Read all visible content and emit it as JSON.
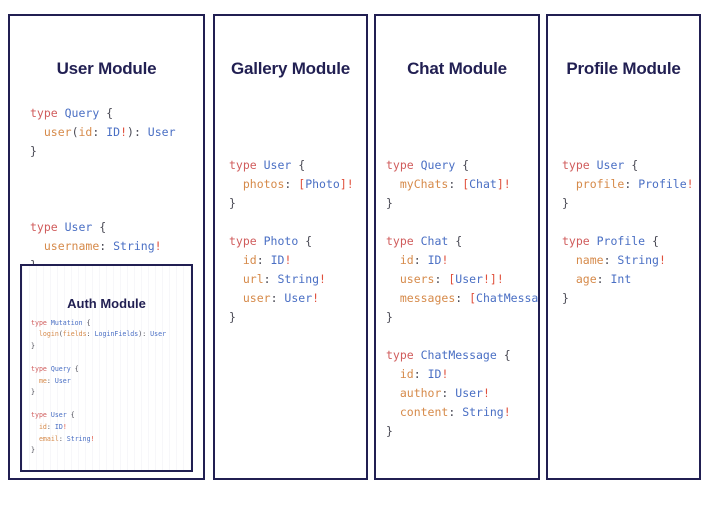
{
  "theme": {
    "border_color": "#211f52",
    "title_color": "#211f52",
    "background": "#ffffff",
    "token_keyword": "#d05c5c",
    "token_typename": "#4a6fc4",
    "token_field": "#d68a4a",
    "token_punctuation": "#4a4a55",
    "token_required_bang": "#e0503c"
  },
  "panels": [
    {
      "id": "user-module",
      "title": "User Module",
      "code_lines": [
        {
          "tokens": [
            {
              "t": "type ",
              "c": "kw"
            },
            {
              "t": "Query",
              "c": "tn"
            },
            {
              "t": " {",
              "c": "pun"
            }
          ]
        },
        {
          "tokens": [
            {
              "t": "  ",
              "c": "pun"
            },
            {
              "t": "user",
              "c": "fld"
            },
            {
              "t": "(",
              "c": "pun"
            },
            {
              "t": "id",
              "c": "fld"
            },
            {
              "t": ": ",
              "c": "pun"
            },
            {
              "t": "ID",
              "c": "tn"
            },
            {
              "t": "!",
              "c": "bang"
            },
            {
              "t": "): ",
              "c": "pun"
            },
            {
              "t": "User",
              "c": "tn"
            }
          ]
        },
        {
          "tokens": [
            {
              "t": "}",
              "c": "pun"
            }
          ]
        },
        {
          "tokens": [
            {
              "t": " ",
              "c": "pun"
            }
          ]
        },
        {
          "tokens": [
            {
              "t": " ",
              "c": "pun"
            }
          ]
        },
        {
          "tokens": [
            {
              "t": " ",
              "c": "pun"
            }
          ]
        },
        {
          "tokens": [
            {
              "t": "type ",
              "c": "kw"
            },
            {
              "t": "User",
              "c": "tn"
            },
            {
              "t": " {",
              "c": "pun"
            }
          ]
        },
        {
          "tokens": [
            {
              "t": "  ",
              "c": "pun"
            },
            {
              "t": "username",
              "c": "fld"
            },
            {
              "t": ": ",
              "c": "pun"
            },
            {
              "t": "String",
              "c": "tn"
            },
            {
              "t": "!",
              "c": "bang"
            }
          ]
        },
        {
          "tokens": [
            {
              "t": "}",
              "c": "pun"
            }
          ]
        }
      ],
      "nested_card": {
        "id": "auth-module",
        "title": "Auth Module",
        "code_lines": [
          {
            "tokens": [
              {
                "t": "type ",
                "c": "kw"
              },
              {
                "t": "Mutation",
                "c": "tn"
              },
              {
                "t": " {",
                "c": "pun"
              }
            ]
          },
          {
            "tokens": [
              {
                "t": "  ",
                "c": "pun"
              },
              {
                "t": "login",
                "c": "fld"
              },
              {
                "t": "(",
                "c": "pun"
              },
              {
                "t": "fields",
                "c": "fld"
              },
              {
                "t": ": ",
                "c": "pun"
              },
              {
                "t": "LoginFields",
                "c": "tn"
              },
              {
                "t": "): ",
                "c": "pun"
              },
              {
                "t": "User",
                "c": "tn"
              }
            ]
          },
          {
            "tokens": [
              {
                "t": "}",
                "c": "pun"
              }
            ]
          },
          {
            "tokens": [
              {
                "t": " ",
                "c": "pun"
              }
            ]
          },
          {
            "tokens": [
              {
                "t": "type ",
                "c": "kw"
              },
              {
                "t": "Query",
                "c": "tn"
              },
              {
                "t": " {",
                "c": "pun"
              }
            ]
          },
          {
            "tokens": [
              {
                "t": "  ",
                "c": "pun"
              },
              {
                "t": "me",
                "c": "fld"
              },
              {
                "t": ": ",
                "c": "pun"
              },
              {
                "t": "User",
                "c": "tn"
              }
            ]
          },
          {
            "tokens": [
              {
                "t": "}",
                "c": "pun"
              }
            ]
          },
          {
            "tokens": [
              {
                "t": " ",
                "c": "pun"
              }
            ]
          },
          {
            "tokens": [
              {
                "t": "type ",
                "c": "kw"
              },
              {
                "t": "User",
                "c": "tn"
              },
              {
                "t": " {",
                "c": "pun"
              }
            ]
          },
          {
            "tokens": [
              {
                "t": "  ",
                "c": "pun"
              },
              {
                "t": "id",
                "c": "fld"
              },
              {
                "t": ": ",
                "c": "pun"
              },
              {
                "t": "ID",
                "c": "tn"
              },
              {
                "t": "!",
                "c": "bang"
              }
            ]
          },
          {
            "tokens": [
              {
                "t": "  ",
                "c": "pun"
              },
              {
                "t": "email",
                "c": "fld"
              },
              {
                "t": ": ",
                "c": "pun"
              },
              {
                "t": "String",
                "c": "tn"
              },
              {
                "t": "!",
                "c": "bang"
              }
            ]
          },
          {
            "tokens": [
              {
                "t": "}",
                "c": "pun"
              }
            ]
          }
        ]
      }
    },
    {
      "id": "gallery-module",
      "title": "Gallery Module",
      "code_lines": [
        {
          "tokens": [
            {
              "t": "type ",
              "c": "kw"
            },
            {
              "t": "User",
              "c": "tn"
            },
            {
              "t": " {",
              "c": "pun"
            }
          ]
        },
        {
          "tokens": [
            {
              "t": "  ",
              "c": "pun"
            },
            {
              "t": "photos",
              "c": "fld"
            },
            {
              "t": ": ",
              "c": "pun"
            },
            {
              "t": "[",
              "c": "bang"
            },
            {
              "t": "Photo",
              "c": "tn"
            },
            {
              "t": "]",
              "c": "bang"
            },
            {
              "t": "!",
              "c": "bang"
            }
          ]
        },
        {
          "tokens": [
            {
              "t": "}",
              "c": "pun"
            }
          ]
        },
        {
          "tokens": [
            {
              "t": " ",
              "c": "pun"
            }
          ]
        },
        {
          "tokens": [
            {
              "t": "type ",
              "c": "kw"
            },
            {
              "t": "Photo",
              "c": "tn"
            },
            {
              "t": " {",
              "c": "pun"
            }
          ]
        },
        {
          "tokens": [
            {
              "t": "  ",
              "c": "pun"
            },
            {
              "t": "id",
              "c": "fld"
            },
            {
              "t": ": ",
              "c": "pun"
            },
            {
              "t": "ID",
              "c": "tn"
            },
            {
              "t": "!",
              "c": "bang"
            }
          ]
        },
        {
          "tokens": [
            {
              "t": "  ",
              "c": "pun"
            },
            {
              "t": "url",
              "c": "fld"
            },
            {
              "t": ": ",
              "c": "pun"
            },
            {
              "t": "String",
              "c": "tn"
            },
            {
              "t": "!",
              "c": "bang"
            }
          ]
        },
        {
          "tokens": [
            {
              "t": "  ",
              "c": "pun"
            },
            {
              "t": "user",
              "c": "fld"
            },
            {
              "t": ": ",
              "c": "pun"
            },
            {
              "t": "User",
              "c": "tn"
            },
            {
              "t": "!",
              "c": "bang"
            }
          ]
        },
        {
          "tokens": [
            {
              "t": "}",
              "c": "pun"
            }
          ]
        }
      ],
      "nested_card": null
    },
    {
      "id": "chat-module",
      "title": "Chat Module",
      "code_lines": [
        {
          "tokens": [
            {
              "t": "type ",
              "c": "kw"
            },
            {
              "t": "Query",
              "c": "tn"
            },
            {
              "t": " {",
              "c": "pun"
            }
          ]
        },
        {
          "tokens": [
            {
              "t": "  ",
              "c": "pun"
            },
            {
              "t": "myChats",
              "c": "fld"
            },
            {
              "t": ": ",
              "c": "pun"
            },
            {
              "t": "[",
              "c": "bang"
            },
            {
              "t": "Chat",
              "c": "tn"
            },
            {
              "t": "]",
              "c": "bang"
            },
            {
              "t": "!",
              "c": "bang"
            }
          ]
        },
        {
          "tokens": [
            {
              "t": "}",
              "c": "pun"
            }
          ]
        },
        {
          "tokens": [
            {
              "t": " ",
              "c": "pun"
            }
          ]
        },
        {
          "tokens": [
            {
              "t": "type ",
              "c": "kw"
            },
            {
              "t": "Chat",
              "c": "tn"
            },
            {
              "t": " {",
              "c": "pun"
            }
          ]
        },
        {
          "tokens": [
            {
              "t": "  ",
              "c": "pun"
            },
            {
              "t": "id",
              "c": "fld"
            },
            {
              "t": ": ",
              "c": "pun"
            },
            {
              "t": "ID",
              "c": "tn"
            },
            {
              "t": "!",
              "c": "bang"
            }
          ]
        },
        {
          "tokens": [
            {
              "t": "  ",
              "c": "pun"
            },
            {
              "t": "users",
              "c": "fld"
            },
            {
              "t": ": ",
              "c": "pun"
            },
            {
              "t": "[",
              "c": "bang"
            },
            {
              "t": "User",
              "c": "tn"
            },
            {
              "t": "!",
              "c": "bang"
            },
            {
              "t": "]",
              "c": "bang"
            },
            {
              "t": "!",
              "c": "bang"
            }
          ]
        },
        {
          "tokens": [
            {
              "t": "  ",
              "c": "pun"
            },
            {
              "t": "messages",
              "c": "fld"
            },
            {
              "t": ": ",
              "c": "pun"
            },
            {
              "t": "[",
              "c": "bang"
            },
            {
              "t": "ChatMessage",
              "c": "tn"
            },
            {
              "t": "]",
              "c": "bang"
            },
            {
              "t": "!",
              "c": "bang"
            }
          ]
        },
        {
          "tokens": [
            {
              "t": "}",
              "c": "pun"
            }
          ]
        },
        {
          "tokens": [
            {
              "t": " ",
              "c": "pun"
            }
          ]
        },
        {
          "tokens": [
            {
              "t": "type ",
              "c": "kw"
            },
            {
              "t": "ChatMessage",
              "c": "tn"
            },
            {
              "t": " {",
              "c": "pun"
            }
          ]
        },
        {
          "tokens": [
            {
              "t": "  ",
              "c": "pun"
            },
            {
              "t": "id",
              "c": "fld"
            },
            {
              "t": ": ",
              "c": "pun"
            },
            {
              "t": "ID",
              "c": "tn"
            },
            {
              "t": "!",
              "c": "bang"
            }
          ]
        },
        {
          "tokens": [
            {
              "t": "  ",
              "c": "pun"
            },
            {
              "t": "author",
              "c": "fld"
            },
            {
              "t": ": ",
              "c": "pun"
            },
            {
              "t": "User",
              "c": "tn"
            },
            {
              "t": "!",
              "c": "bang"
            }
          ]
        },
        {
          "tokens": [
            {
              "t": "  ",
              "c": "pun"
            },
            {
              "t": "content",
              "c": "fld"
            },
            {
              "t": ": ",
              "c": "pun"
            },
            {
              "t": "String",
              "c": "tn"
            },
            {
              "t": "!",
              "c": "bang"
            }
          ]
        },
        {
          "tokens": [
            {
              "t": "}",
              "c": "pun"
            }
          ]
        }
      ],
      "nested_card": null
    },
    {
      "id": "profile-module",
      "title": "Profile Module",
      "code_lines": [
        {
          "tokens": [
            {
              "t": "type ",
              "c": "kw"
            },
            {
              "t": "User",
              "c": "tn"
            },
            {
              "t": " {",
              "c": "pun"
            }
          ]
        },
        {
          "tokens": [
            {
              "t": "  ",
              "c": "pun"
            },
            {
              "t": "profile",
              "c": "fld"
            },
            {
              "t": ": ",
              "c": "pun"
            },
            {
              "t": "Profile",
              "c": "tn"
            },
            {
              "t": "!",
              "c": "bang"
            }
          ]
        },
        {
          "tokens": [
            {
              "t": "}",
              "c": "pun"
            }
          ]
        },
        {
          "tokens": [
            {
              "t": " ",
              "c": "pun"
            }
          ]
        },
        {
          "tokens": [
            {
              "t": "type ",
              "c": "kw"
            },
            {
              "t": "Profile",
              "c": "tn"
            },
            {
              "t": " {",
              "c": "pun"
            }
          ]
        },
        {
          "tokens": [
            {
              "t": "  ",
              "c": "pun"
            },
            {
              "t": "name",
              "c": "fld"
            },
            {
              "t": ": ",
              "c": "pun"
            },
            {
              "t": "String",
              "c": "tn"
            },
            {
              "t": "!",
              "c": "bang"
            }
          ]
        },
        {
          "tokens": [
            {
              "t": "  ",
              "c": "pun"
            },
            {
              "t": "age",
              "c": "fld"
            },
            {
              "t": ": ",
              "c": "pun"
            },
            {
              "t": "Int",
              "c": "tn"
            }
          ]
        },
        {
          "tokens": [
            {
              "t": "}",
              "c": "pun"
            }
          ]
        }
      ],
      "nested_card": null
    }
  ]
}
